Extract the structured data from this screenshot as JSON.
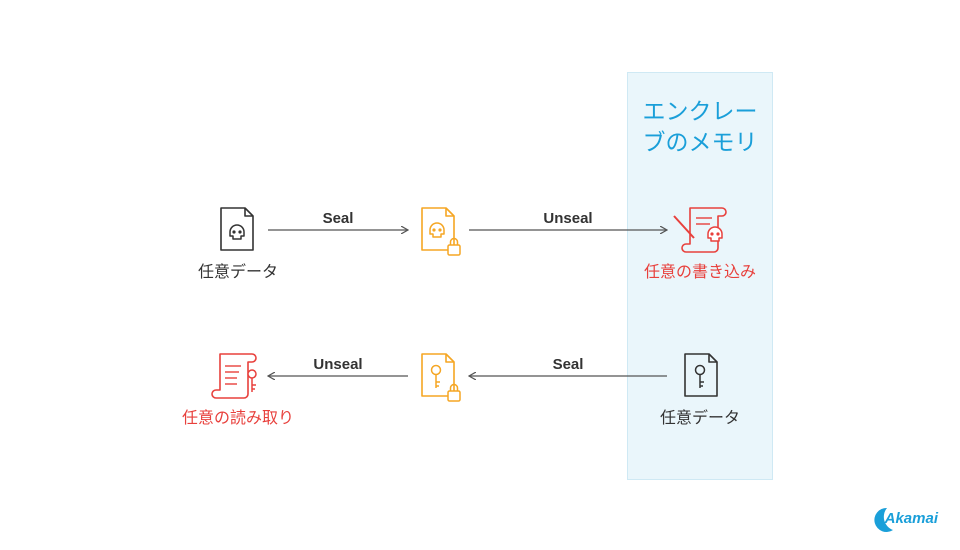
{
  "enclave": {
    "title": "エンクレーブのメモリ"
  },
  "top_row": {
    "source_label": "任意データ",
    "seal_label": "Seal",
    "unseal_label": "Unseal",
    "target_label": "任意の書き込み"
  },
  "bottom_row": {
    "source_label": "任意データ",
    "seal_label": "Seal",
    "unseal_label": "Unseal",
    "target_label": "任意の読み取り"
  },
  "logo": {
    "text": "Akamai"
  },
  "colors": {
    "gray": "#333333",
    "orange": "#f5a623",
    "red": "#e8403c",
    "blue": "#1a9fd9",
    "enclave_bg": "#eaf6fb"
  },
  "icons": {
    "top_source": "skull-document-icon",
    "top_sealed": "locked-skull-document-icon",
    "top_target": "skull-scroll-write-icon",
    "bottom_source": "key-document-icon",
    "bottom_sealed": "locked-key-document-icon",
    "bottom_target": "key-scroll-read-icon"
  }
}
